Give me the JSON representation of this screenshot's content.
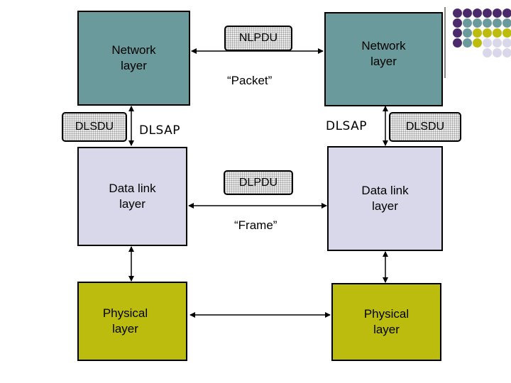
{
  "colors": {
    "network_layer": "#6a9a9b",
    "data_link_layer": "#d8d8ea",
    "physical_layer": "#bcbc0f",
    "dot_purple": "#4b2a6c",
    "dot_teal": "#6a9a9b",
    "dot_olive": "#bcbc0f",
    "dot_lavender": "#d8d8ea"
  },
  "left": {
    "network_layer": "Network\nlayer",
    "data_link_layer": "Data link\nlayer",
    "physical_layer": "Physical\nlayer",
    "dlsdu": "DLSDU",
    "dlsap": "DLSAP"
  },
  "right": {
    "network_layer": "Network\nlayer",
    "data_link_layer": "Data link\nlayer",
    "physical_layer": "Physical\nlayer",
    "dlsdu": "DLSDU",
    "dlsap": "DLSAP"
  },
  "middle": {
    "nlpdu": "NLPDU",
    "packet": "“Packet”",
    "dlpdu": "DLPDU",
    "frame": "“Frame”"
  },
  "decoration": {
    "dot_grid": [
      [
        "purple",
        "purple",
        "purple",
        "purple",
        "purple",
        "purple"
      ],
      [
        "purple",
        "teal",
        "teal",
        "teal",
        "teal",
        "teal"
      ],
      [
        "purple",
        "teal",
        "olive",
        "olive",
        "olive",
        "olive"
      ],
      [
        "purple",
        "teal",
        "olive",
        "lavender",
        "lavender",
        "lavender"
      ],
      [
        "",
        "",
        "",
        "lavender",
        "lavender",
        "lavender"
      ]
    ]
  }
}
